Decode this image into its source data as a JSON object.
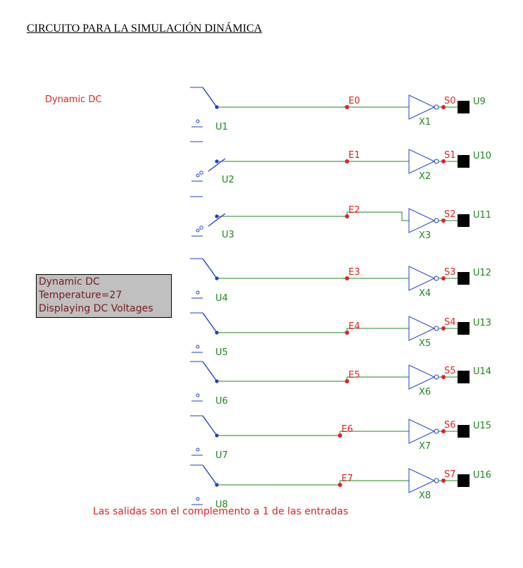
{
  "heading": "CIRCUITO PARA LA SIMULACIÓN DINÁMICA",
  "mode_label": "Dynamic DC",
  "info_box": {
    "lines": [
      "Dynamic DC",
      "Temperature=27",
      "Displaying DC Voltages"
    ]
  },
  "footer_note": "Las salidas son el complemento a 1 de las entradas",
  "colors": {
    "wire": "#1e8a1e",
    "component": "#1f3fd6",
    "node_label": "#e81f1f",
    "component_label": "#1e8a1e",
    "output_probe": "#000000",
    "info_box_bg": "#c0c0c0",
    "info_box_text": "#7a1a1a"
  },
  "channels": [
    {
      "switch": "U1",
      "switch_state": "down",
      "input": "E0",
      "gate": "X1",
      "output": "S0",
      "probe": "U9"
    },
    {
      "switch": "U2",
      "switch_state": "up",
      "input": "E1",
      "gate": "X2",
      "output": "S1",
      "probe": "U10"
    },
    {
      "switch": "U3",
      "switch_state": "up",
      "input": "E2",
      "gate": "X3",
      "output": "S2",
      "probe": "U11"
    },
    {
      "switch": "U4",
      "switch_state": "down",
      "input": "E3",
      "gate": "X4",
      "output": "S3",
      "probe": "U12"
    },
    {
      "switch": "U5",
      "switch_state": "down",
      "input": "E4",
      "gate": "X5",
      "output": "S4",
      "probe": "U13"
    },
    {
      "switch": "U6",
      "switch_state": "down",
      "input": "E5",
      "gate": "X6",
      "output": "S5",
      "probe": "U14"
    },
    {
      "switch": "U7",
      "switch_state": "down",
      "input": "E6",
      "gate": "X7",
      "output": "S6",
      "probe": "U15"
    },
    {
      "switch": "U8",
      "switch_state": "down",
      "input": "E7",
      "gate": "X8",
      "output": "S7",
      "probe": "U16"
    }
  ]
}
